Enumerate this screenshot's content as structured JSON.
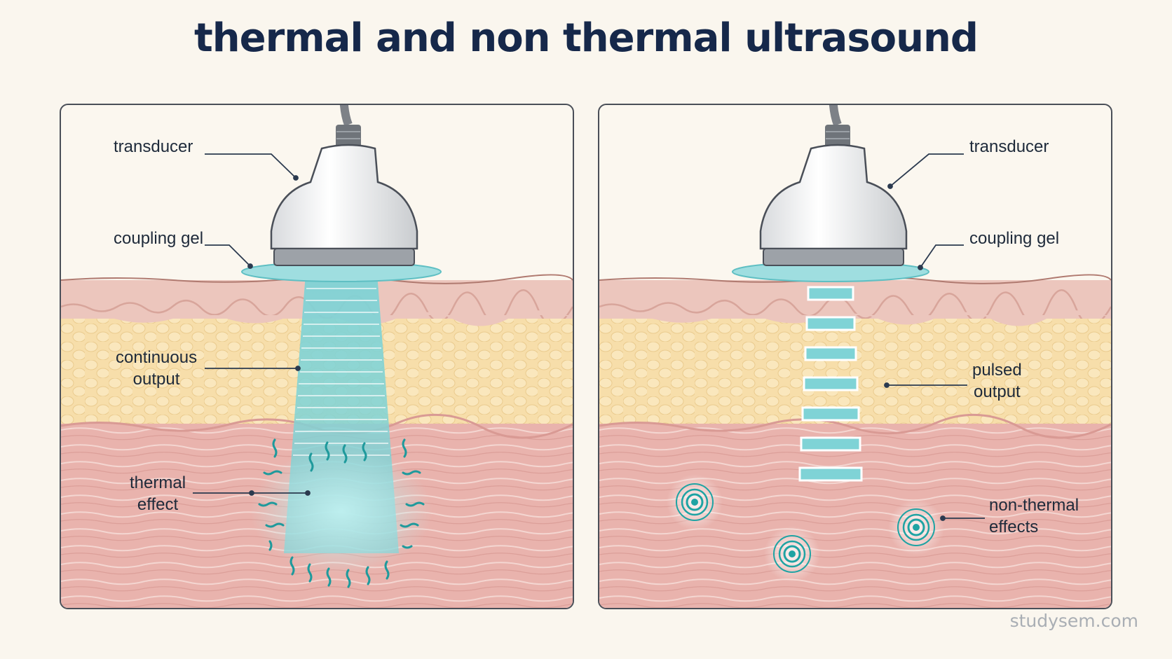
{
  "title": "thermal and non thermal ultrasound",
  "left_panel": {
    "labels": {
      "transducer": "transducer",
      "coupling_gel": "coupling gel",
      "output": "continuous\noutput",
      "effect": "thermal\neffect"
    }
  },
  "right_panel": {
    "labels": {
      "transducer": "transducer",
      "coupling_gel": "coupling gel",
      "output": "pulsed\noutput",
      "effect": "non-thermal\neffects"
    }
  },
  "watermark": "studysem.com",
  "colors": {
    "title": "#16284a",
    "beam": "#7fd3d6",
    "skin": "#ecc6bd",
    "fat": "#f7deaa",
    "muscle": "#e9b3ad",
    "icon": "#1fa3a3"
  }
}
